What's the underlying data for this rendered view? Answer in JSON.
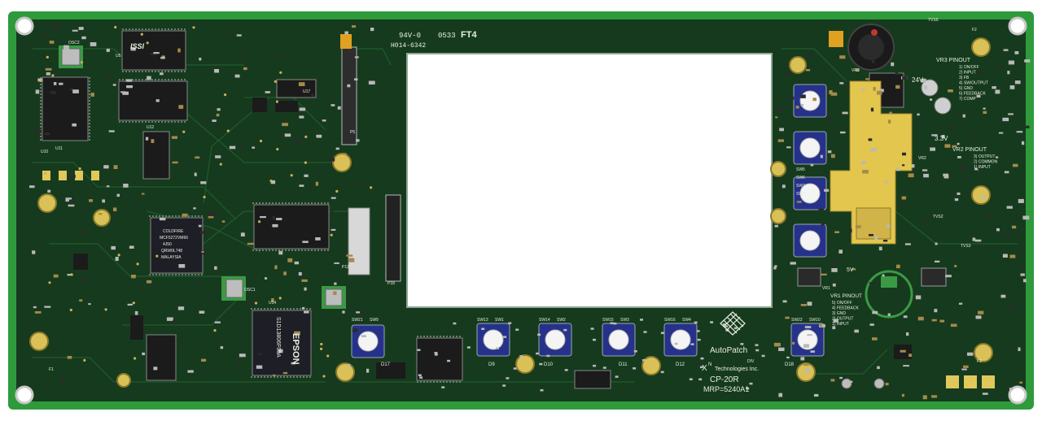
{
  "board": {
    "fab_code": "94V-0",
    "fab_date": "0533",
    "fab_part": "H014-6342",
    "fab_mark": "FT4",
    "brand_name": "AutoPatch",
    "brand_div": "DIV",
    "brand_company": "Technologies Inc.",
    "brand_prefix": "X",
    "brand_superscript": "N",
    "model": "CP-20R",
    "part_number": "MRP=5240A1"
  },
  "chips": {
    "issi": "ISSI",
    "epson": "EPSON",
    "epson_part": "S1D13806F00A",
    "coldfire_1": "COLDFIRE",
    "coldfire_2": "MCF5272VM66",
    "coldfire_3": "4J50",
    "coldfire_4": "QRW0L748",
    "coldfire_5": "MALAYSIA"
  },
  "vr3_pinout": {
    "title": "VR3 PINOUT",
    "lines": [
      "1) ON/OFF",
      "2) INPUT",
      "3) FB",
      "4) SW/OUTPUT",
      "5) GND",
      "6) FEEDBACK",
      "7) COMP"
    ]
  },
  "vr2_pinout": {
    "title": "VR2 PINOUT",
    "lines": [
      "3) OUTPUT",
      "2) COMMON",
      "1) INPUT"
    ]
  },
  "vr1_pinout": {
    "title": "VR1 PINOUT",
    "lines": [
      "5) ON/OFF",
      "4) FEEDBACK",
      "3) GND",
      "2) OUTPUT",
      "1) INPUT"
    ]
  },
  "voltages": {
    "v24": "24V",
    "v33": "3.3V",
    "v5": "5V"
  },
  "switch_labels": {
    "right_col": [
      "SW5",
      "SW6",
      "SW7",
      "SW8"
    ],
    "bottom": [
      {
        "a": "SW21",
        "b": "SW9"
      },
      {
        "a": "SW13",
        "b": "SW1"
      },
      {
        "a": "SW14",
        "b": "SW2"
      },
      {
        "a": "SW15",
        "b": "SW3"
      },
      {
        "a": "SW16",
        "b": "SW4"
      },
      {
        "a": "SW22",
        "b": "SW10"
      }
    ],
    "diodes": [
      "D17",
      "D9",
      "D10",
      "D11",
      "D12",
      "D18"
    ]
  },
  "refdes": {
    "u_labels": [
      "U12",
      "U14",
      "U10",
      "U5",
      "U11",
      "U17",
      "VR3",
      "VR2",
      "VR1"
    ],
    "p_labels": [
      "P5",
      "P12",
      "P18"
    ],
    "osc": [
      "OSC1",
      "OSC2"
    ],
    "fuses": [
      "F1",
      "F2",
      "F3"
    ],
    "tvs": [
      "TVS5",
      "TVS2",
      "TVS3"
    ]
  },
  "colors": {
    "board_edge": "#2f9a3c",
    "board_surface": "#163a1e",
    "trace": "#1f5a2a",
    "silk": "#e8efe0",
    "gold": "#e0c85a",
    "button_blue": "#26328a"
  }
}
